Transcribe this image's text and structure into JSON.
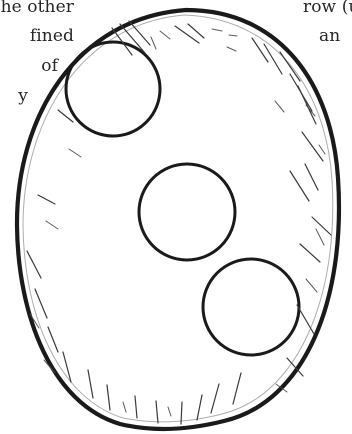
{
  "text": {
    "left_lines": [
      "he other",
      "fined",
      "of",
      "y"
    ],
    "right_lines": [
      "row (u",
      "an"
    ]
  },
  "figure": {
    "shape": "egg-outline",
    "circles_count": 3,
    "stroke_color": "#1a1a1a",
    "hatch_color": "#3a3a3a"
  }
}
